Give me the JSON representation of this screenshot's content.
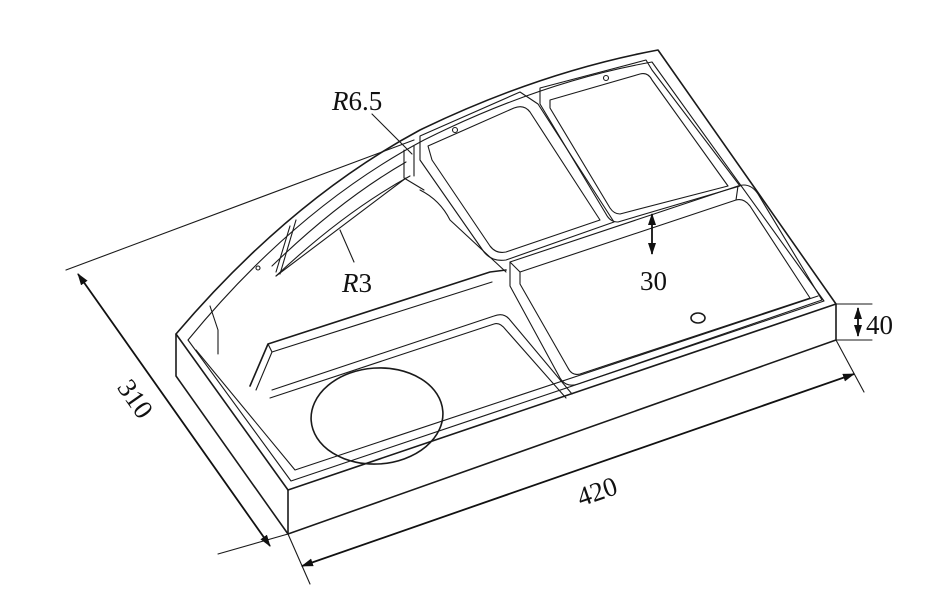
{
  "dimensions": {
    "length": "420",
    "width": "310",
    "height": "40",
    "rib_spacing": "30"
  },
  "radii": {
    "fillet_large": {
      "symbol": "R",
      "value": "6.5"
    },
    "fillet_small": {
      "symbol": "R",
      "value": "3"
    }
  },
  "colors": {
    "line": "#1a1a1a",
    "background": "#ffffff"
  }
}
